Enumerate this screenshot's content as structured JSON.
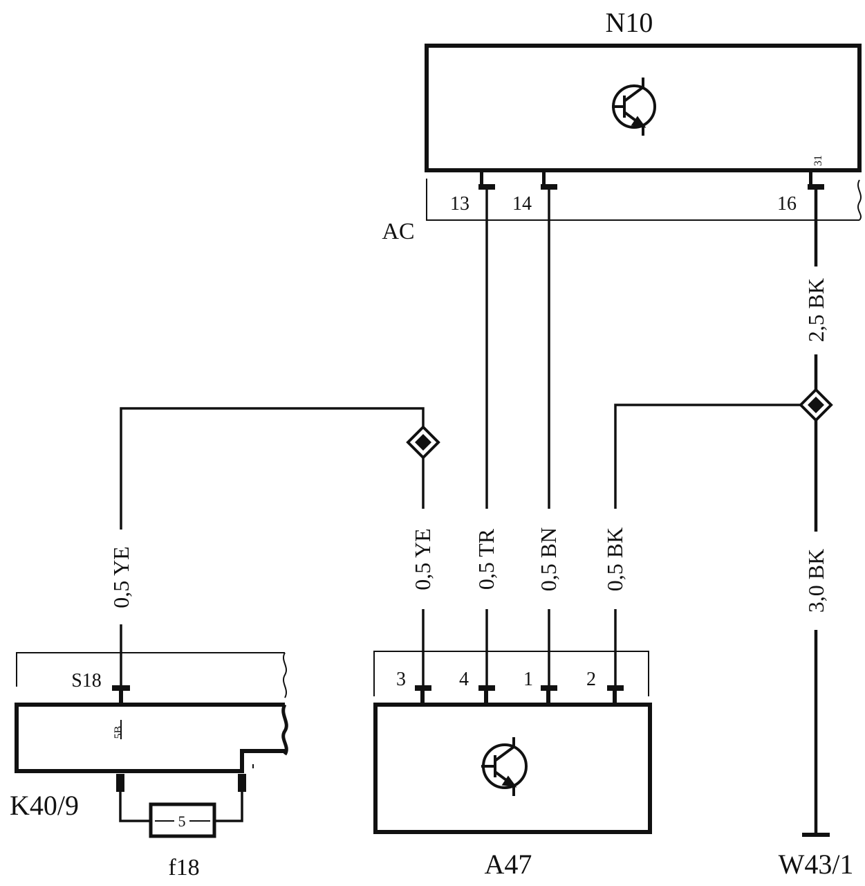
{
  "components": {
    "n10": {
      "name": "N10",
      "connector": "AC",
      "pin_13": "13",
      "pin_14": "14",
      "pin_16": "16",
      "internal_pin": "31",
      "symbol": "transistor-icon"
    },
    "a47": {
      "name": "A47",
      "pin_3": "3",
      "pin_4": "4",
      "pin_1": "1",
      "pin_2": "2",
      "symbol": "transistor-icon"
    },
    "k40_9": {
      "name": "K40/9",
      "connector_pin": "S18",
      "internal_pin": "5B"
    },
    "f18": {
      "name": "f18",
      "value": "5"
    },
    "w43_1": {
      "name": "W43/1"
    }
  },
  "wires": {
    "ye_left": "0,5 YE",
    "ye_right": "0,5 YE",
    "tr": "0,5 TR",
    "bn": "0,5 BN",
    "bk_a47": "0,5 BK",
    "bk_top": "2,5 BK",
    "bk_ground": "3,0 BK"
  }
}
